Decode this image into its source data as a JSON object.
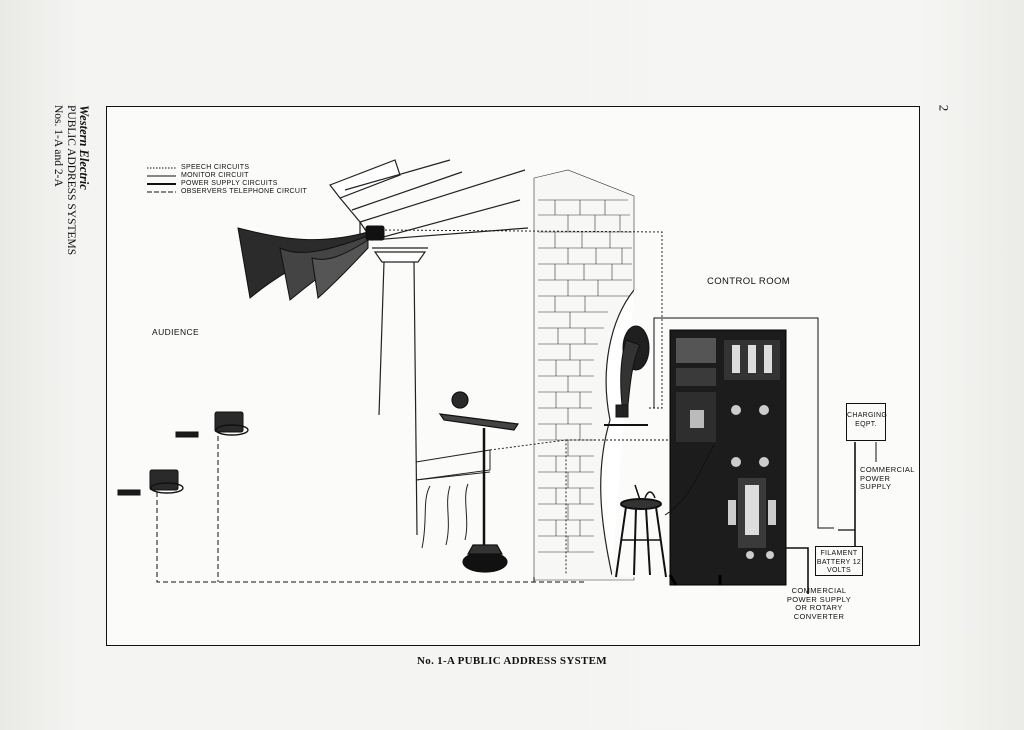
{
  "side_heading": {
    "brand": "Western Electric",
    "line1": "PUBLIC ADDRESS SYSTEMS",
    "line2": "Nos. 1-A and 2-A"
  },
  "page_number": "2",
  "legend": [
    {
      "label": "SPEECH CIRCUITS",
      "style": "dotted"
    },
    {
      "label": "MONITOR CIRCUIT",
      "style": "solid"
    },
    {
      "label": "POWER SUPPLY CIRCUITS",
      "style": "heavy"
    },
    {
      "label": "OBSERVERS TELEPHONE CIRCUIT",
      "style": "dash"
    }
  ],
  "labels": {
    "audience": "AUDIENCE",
    "control_room": "CONTROL ROOM",
    "commercial_power": "COMMERCIAL POWER SUPPLY",
    "commercial_power_converter": "COMMERCIAL POWER SUPPLY OR ROTARY CONVERTER"
  },
  "boxes": {
    "charging": "CHARGING EQPT.",
    "filament": "FILAMENT BATTERY 12 VOLTS"
  },
  "caption": "No. 1-A PUBLIC ADDRESS SYSTEM"
}
